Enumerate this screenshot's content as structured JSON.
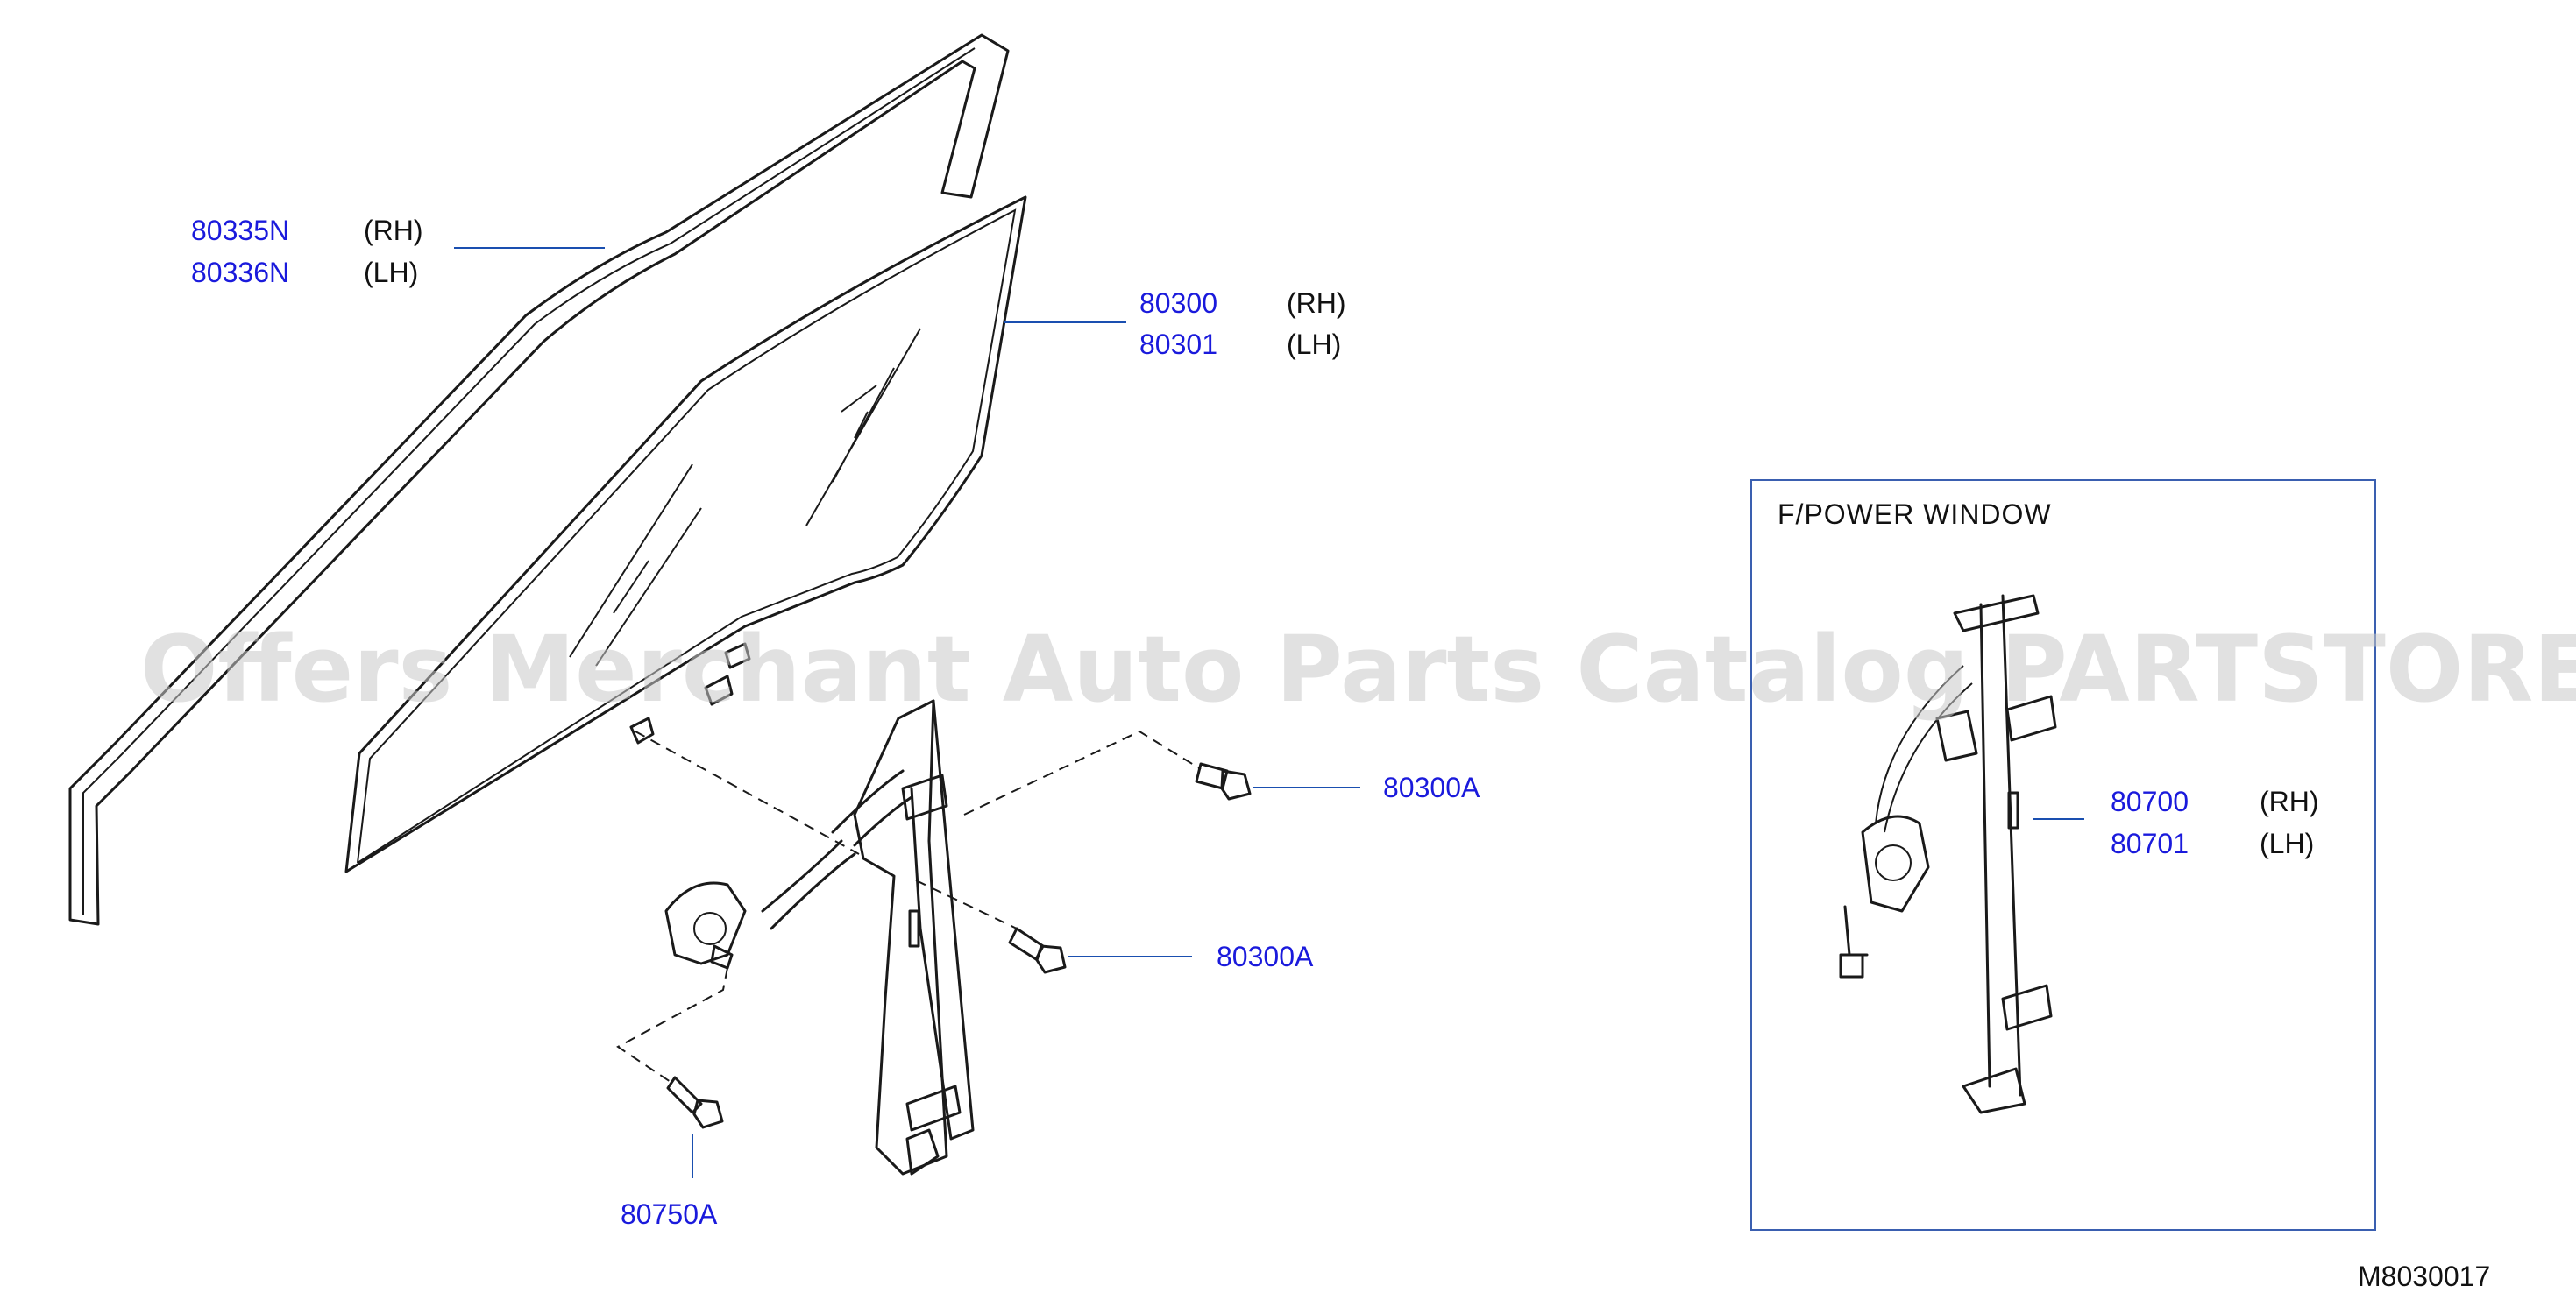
{
  "callouts": {
    "sash_rh": {
      "part": "80335N",
      "side": "(RH)"
    },
    "sash_lh": {
      "part": "80336N",
      "side": "(LH)"
    },
    "glass_rh": {
      "part": "80300",
      "side": "(RH)"
    },
    "glass_lh": {
      "part": "80301",
      "side": "(LH)"
    },
    "bolt_upper": {
      "part": "80300A"
    },
    "bolt_lower": {
      "part": "80300A"
    },
    "bolt_motor": {
      "part": "80750A"
    },
    "regulator_rh": {
      "part": "80700",
      "side": "(RH)"
    },
    "regulator_lh": {
      "part": "80701",
      "side": "(LH)"
    }
  },
  "inset": {
    "title": "F/POWER  WINDOW"
  },
  "diagram_code": "M8030017",
  "watermark": "Offers Merchant Auto Parts Catalog PARTSTORE.SA",
  "colors": {
    "part_number": "#1a1adc",
    "leader": "#1a4fb0",
    "frame": "#3a5fb0",
    "line": "#1a1a1a"
  }
}
